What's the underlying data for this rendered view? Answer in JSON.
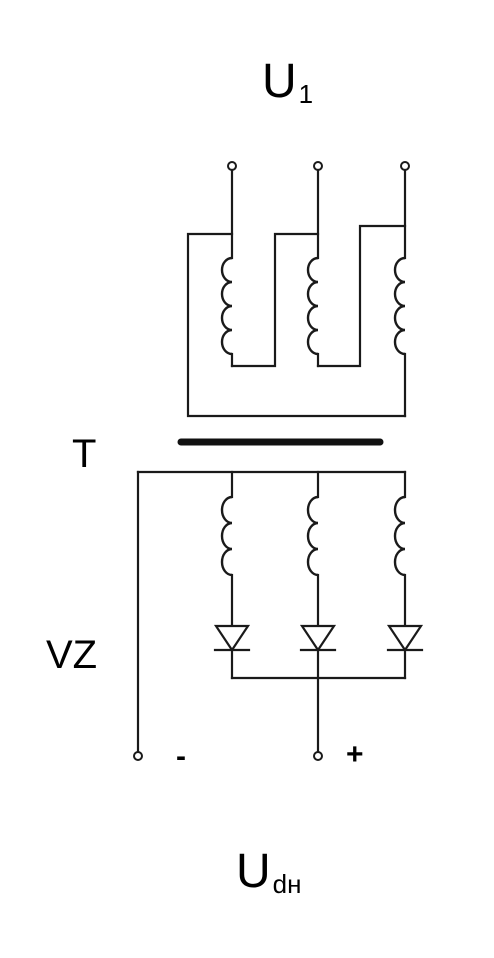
{
  "labels": {
    "input_voltage": {
      "main": "U",
      "sub": "1"
    },
    "transformer": "T",
    "rectifier": "VZ",
    "minus": "-",
    "plus": "+",
    "output_voltage": {
      "main": "U",
      "sub": "dн"
    }
  },
  "colors": {
    "ink": "#1a1a1a",
    "paper": "#ffffff"
  }
}
